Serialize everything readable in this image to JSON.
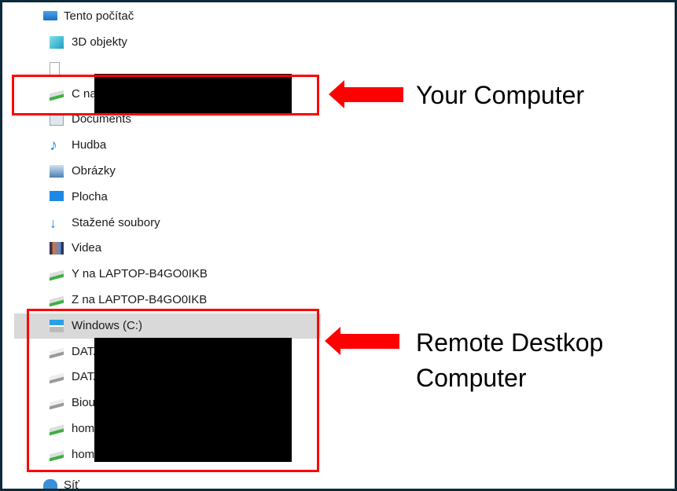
{
  "tree": {
    "root": {
      "label": "Tento počítač",
      "icon": "computer-icon"
    },
    "items": [
      {
        "label": "3D objekty",
        "icon": "3d-objects-icon"
      },
      {
        "label": "",
        "icon": "file-icon"
      },
      {
        "label": "C na",
        "icon": "network-drive-icon"
      },
      {
        "label": "Documents",
        "icon": "documents-icon"
      },
      {
        "label": "Hudba",
        "icon": "music-icon"
      },
      {
        "label": "Obrázky",
        "icon": "pictures-icon"
      },
      {
        "label": "Plocha",
        "icon": "desktop-icon"
      },
      {
        "label": "Stažené soubory",
        "icon": "download-icon"
      },
      {
        "label": "Videa",
        "icon": "videos-icon"
      },
      {
        "label": "Y na LAPTOP-B4GO0IKB",
        "icon": "network-drive-icon"
      },
      {
        "label": "Z na LAPTOP-B4GO0IKB",
        "icon": "network-drive-icon"
      },
      {
        "label": "Windows  (C:)",
        "icon": "windows-drive-icon",
        "selected": true
      },
      {
        "label": "DATA",
        "icon": "drive-icon"
      },
      {
        "label": "DATA",
        "icon": "drive-icon"
      },
      {
        "label": "Biou",
        "icon": "drive-icon"
      },
      {
        "label": "hom",
        "icon": "network-drive-icon"
      },
      {
        "label": "hom",
        "icon": "network-drive-icon"
      }
    ],
    "network": {
      "label": "Síť",
      "icon": "network-icon"
    }
  },
  "annotations": {
    "your_computer": "Your Computer",
    "remote_line1": "Remote Destkop",
    "remote_line2": "Computer",
    "color": "#ff0000"
  }
}
